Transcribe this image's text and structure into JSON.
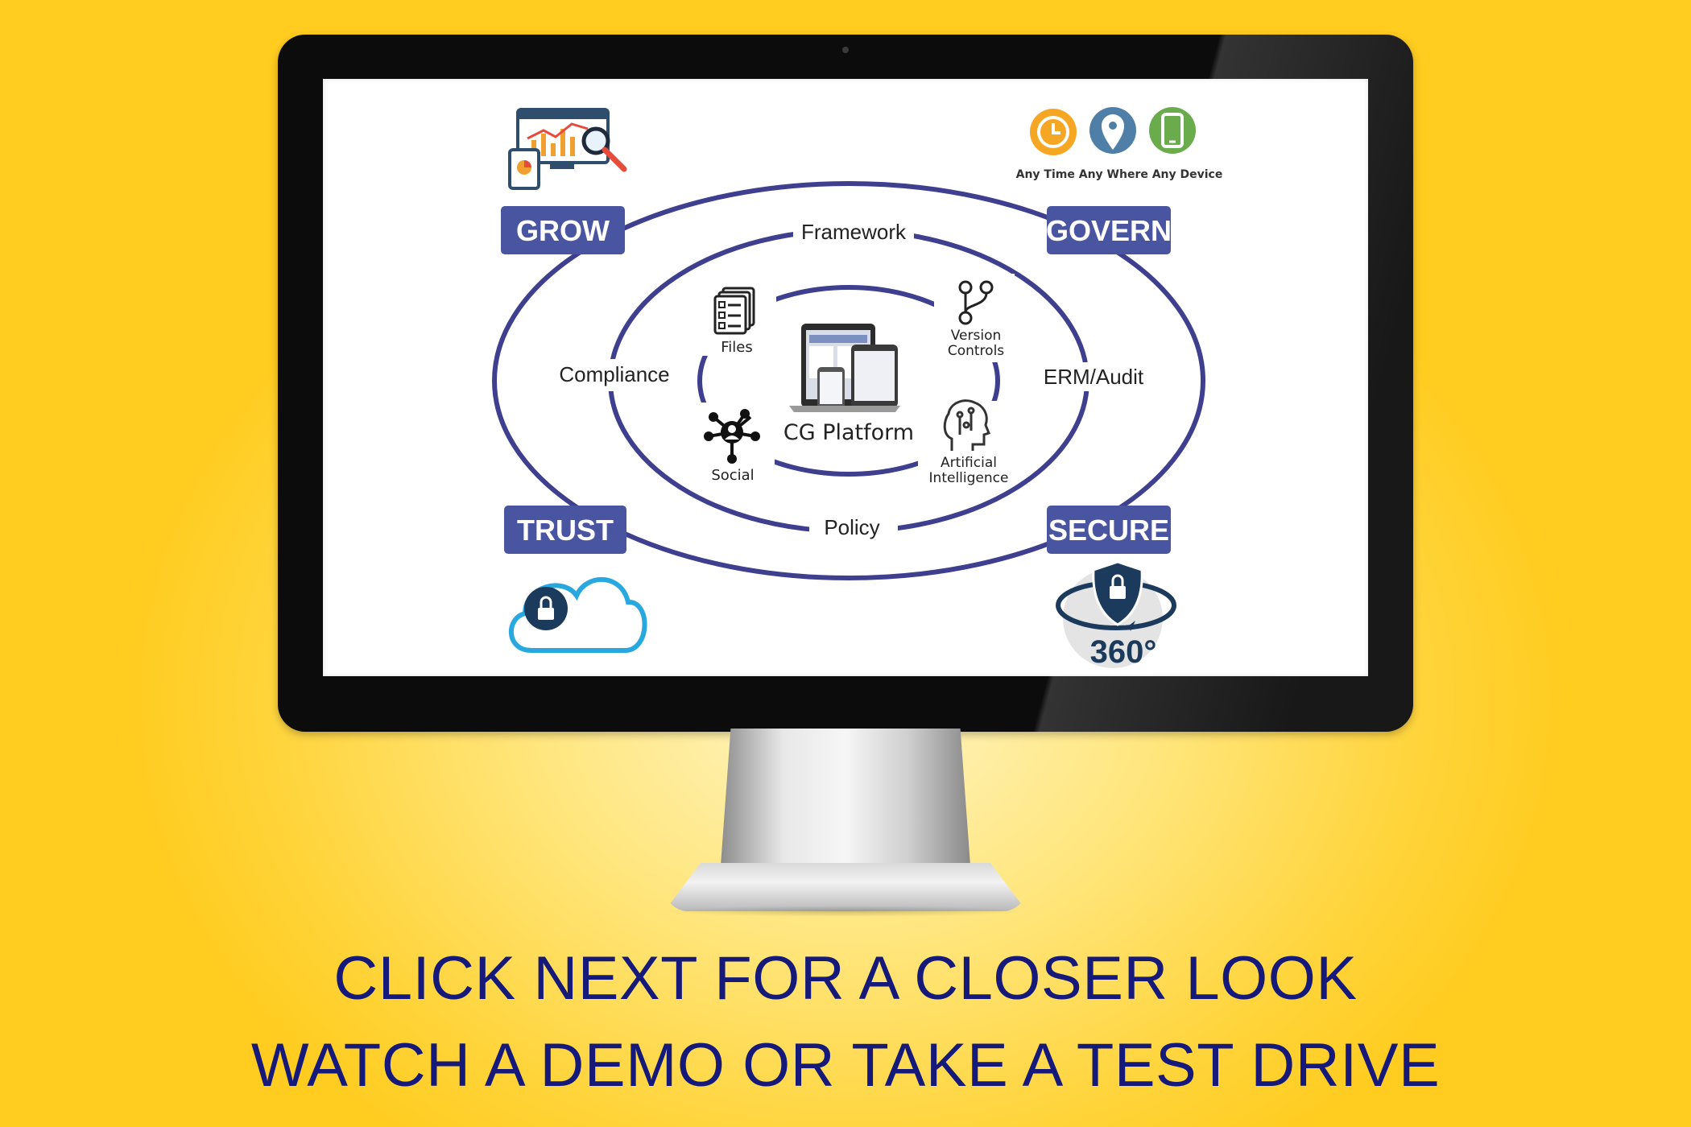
{
  "diagram": {
    "quadrant_badges": {
      "grow": "GROW",
      "govern": "GOVERN",
      "trust": "TRUST",
      "secure": "SECURE"
    },
    "ring_labels": {
      "framework": "Framework",
      "compliance": "Compliance",
      "erm_audit": "ERM/Audit",
      "policy": "Policy"
    },
    "inner_labels": {
      "files": "Files",
      "version_controls_line1": "Version",
      "version_controls_line2": "Controls",
      "social": "Social",
      "ai_line1": "Artificial",
      "ai_line2": "Intelligence"
    },
    "center_label": "CG Platform",
    "device_tagline": "Any Time Any Where Any Device",
    "secure_360_label": "360°",
    "colors": {
      "ring_stroke": "#3f3f8f",
      "badge_fill": "#4a55a2",
      "badge_text": "#ffffff",
      "clock_orange": "#f5a623",
      "pin_blue": "#4f7fa6",
      "device_green": "#6aab4c",
      "cloud_blue": "#29a8e0"
    }
  },
  "cta": {
    "line1": "CLICK NEXT FOR A CLOSER LOOK",
    "line2": "WATCH A DEMO OR TAKE A TEST DRIVE"
  }
}
